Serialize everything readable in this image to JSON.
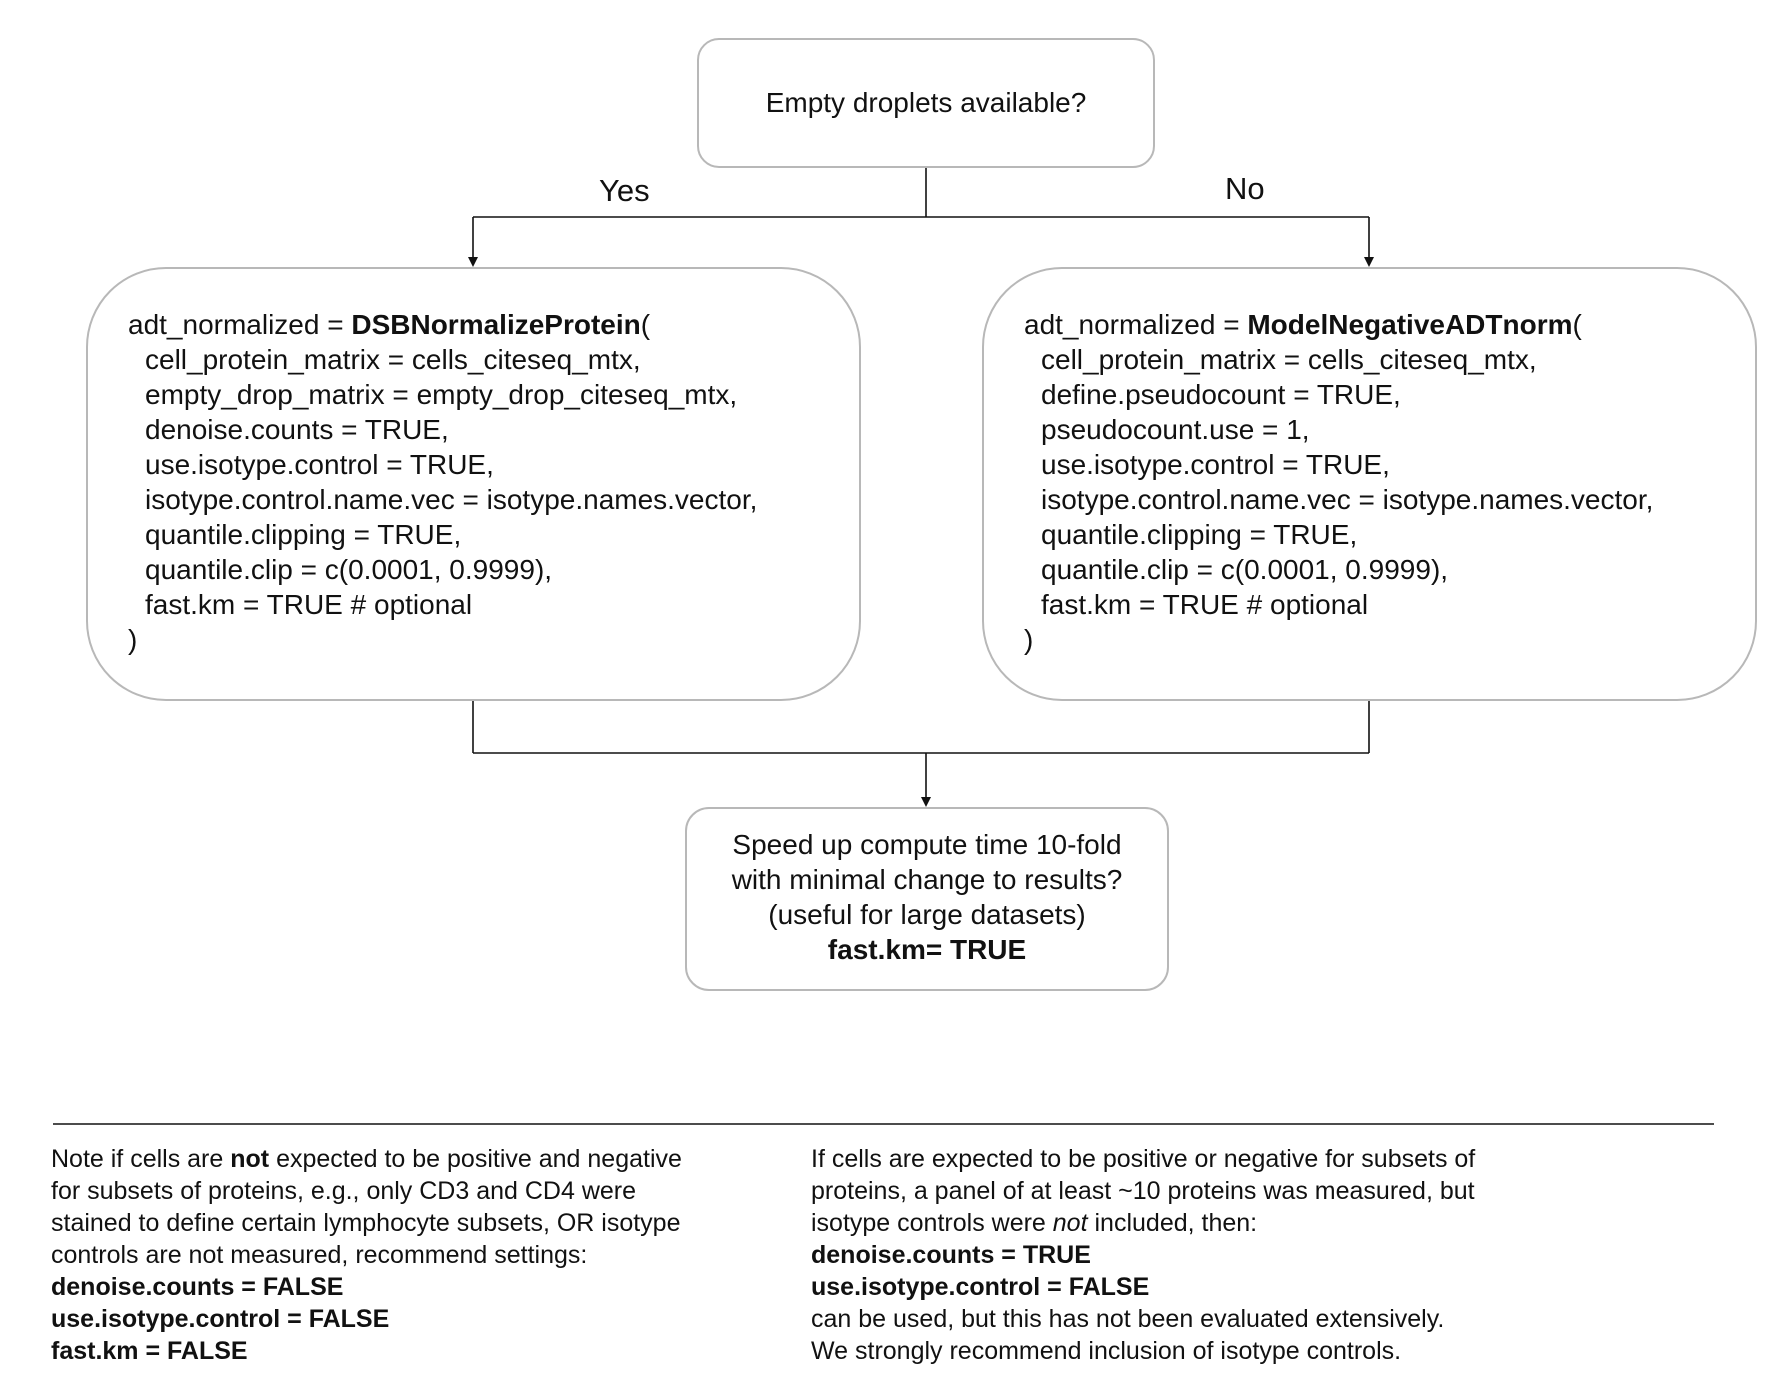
{
  "decision": {
    "question": "Empty droplets available?"
  },
  "branches": {
    "yes": "Yes",
    "no": "No"
  },
  "left_box": {
    "assign": "adt_normalized = ",
    "func": "DSBNormalizeProtein",
    "open": "(",
    "args": [
      "cell_protein_matrix = cells_citeseq_mtx,",
      "empty_drop_matrix = empty_drop_citeseq_mtx,",
      "denoise.counts = TRUE,",
      "use.isotype.control = TRUE,",
      "isotype.control.name.vec = isotype.names.vector,",
      "quantile.clipping = TRUE,",
      "quantile.clip = c(0.0001, 0.9999),",
      "fast.km = TRUE # optional"
    ],
    "close": ")"
  },
  "right_box": {
    "assign": "adt_normalized = ",
    "func": "ModelNegativeADTnorm",
    "open": "(",
    "args": [
      "cell_protein_matrix = cells_citeseq_mtx,",
      "define.pseudocount = TRUE,",
      "pseudocount.use = 1,",
      "use.isotype.control = TRUE,",
      "isotype.control.name.vec = isotype.names.vector,",
      "quantile.clipping = TRUE,",
      "quantile.clip = c(0.0001, 0.9999),",
      "fast.km = TRUE # optional"
    ],
    "close": ")"
  },
  "speed_box": {
    "line1": "Speed up compute time 10-fold",
    "line2": "with minimal change to results?",
    "line3": "(useful for large datasets)",
    "line4": "fast.km= TRUE"
  },
  "notes": {
    "left": {
      "l1_pre": "Note if cells are ",
      "l1_bold": "not",
      "l1_post": " expected to be positive and negative",
      "l2": "for subsets of proteins, e.g., only CD3 and CD4 were",
      "l3": "stained to define certain lymphocyte subsets, OR isotype",
      "l4": "controls are not measured, recommend settings:",
      "s1": "denoise.counts = FALSE",
      "s2": "use.isotype.control = FALSE",
      "s3": "fast.km = FALSE"
    },
    "right": {
      "l1": "If cells are expected to be positive or negative for subsets of",
      "l2": "proteins, a panel of at least ~10 proteins was measured, but",
      "l3_pre": "isotype controls were ",
      "l3_ital": "not",
      "l3_post": " included, then:",
      "s1": "denoise.counts = TRUE",
      "s2": "use.isotype.control = FALSE",
      "l6": "can be used, but this has not been evaluated extensively.",
      "l7": "We strongly recommend inclusion of isotype controls."
    }
  },
  "colors": {
    "box_border": "#b8b8b8",
    "line": "#111111",
    "text": "#111111"
  }
}
